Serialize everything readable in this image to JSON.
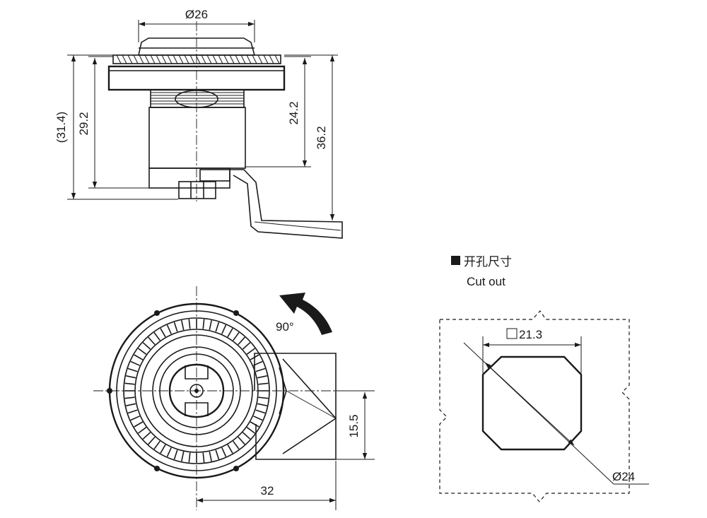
{
  "dimensions": {
    "top_diameter": "Ø26",
    "overall_height_ref": "(31.4)",
    "body_height": "29.2",
    "thread_height": "24.2",
    "overall_height": "36.2",
    "rotation_angle": "90°",
    "cam_width": "15.5",
    "cam_length": "32",
    "cutout_square": "21.3",
    "cutout_diameter": "Ø24"
  },
  "cutout": {
    "title_cn": "开孔尺寸",
    "title_en": "Cut out"
  }
}
